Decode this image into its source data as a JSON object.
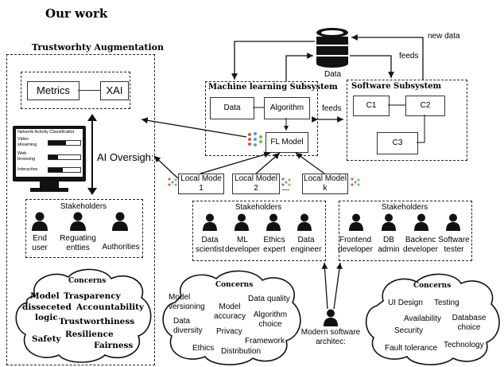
{
  "title": "Our work",
  "augmentation": {
    "title": "Trustworhty Augmentation",
    "metrics": "Metrics",
    "xai": "XAI",
    "classifier_title": "Network Activity Classificatior",
    "classifier_rows": [
      "Video streaming",
      "Web browsing",
      "Interactive"
    ],
    "classifier_fill": [
      0.55,
      0.3,
      0.45
    ],
    "ai_oversight": "AI Oversigh:",
    "stakeholders_title": "Stakeholders",
    "stakeholders": [
      "End user",
      "Reguating entties",
      "Authorities"
    ],
    "concerns_title": "Concerns",
    "concerns": [
      "Model",
      "Trasparency",
      "disseceted",
      "Accountability",
      "logic",
      "Trustworthiness",
      "Safety",
      "Resilience",
      "Fairness"
    ]
  },
  "ml": {
    "title": "Machine learning Subsystem",
    "data": "Data",
    "algorithm": "Algorithm",
    "fl_model": "FL Model",
    "feeds": "feeds",
    "local_models": [
      "Local Mode 1",
      "Local Model 2",
      "Local Model k"
    ],
    "ellipsis": "........",
    "stakeholders_title": "Stakeholders",
    "stakeholders": [
      "Data scientist",
      "ML developer",
      "Ethics expert",
      "Data engineer"
    ],
    "concerns_title": "Concerns",
    "concerns": [
      "Model versioning",
      "Model accuracy",
      "Data quality",
      "Data diversity",
      "Privacy",
      "Algorithm choice",
      "Ethics",
      "Framework",
      "Distribution"
    ]
  },
  "db": {
    "label": "Data",
    "new_data": "new data",
    "feeds": "feeds"
  },
  "sw": {
    "title": "Software Subsystem",
    "components": [
      "C1",
      "C2",
      "C3"
    ],
    "stakeholders_title": "Stakeholders",
    "stakeholders": [
      "Frontend developer",
      "DB admin",
      "Backenc developer",
      "Software tester"
    ],
    "concerns_title": "Concerns",
    "concerns": [
      "UI Design",
      "Testing",
      "Availability",
      "Database choice",
      "Security",
      "Fault tolerance",
      "Technology"
    ]
  },
  "architect": "Modern software architec:"
}
